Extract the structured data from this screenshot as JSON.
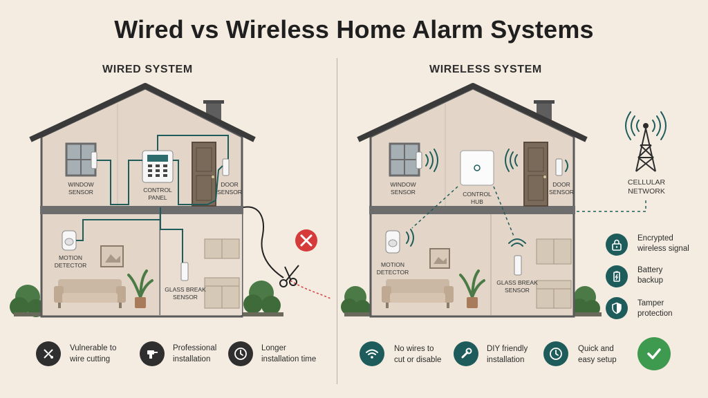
{
  "title": "Wired vs Wireless Home Alarm Systems",
  "wired": {
    "heading": "WIRED SYSTEM",
    "labels": {
      "window_sensor": [
        "WINDOW",
        "SENSOR"
      ],
      "control_panel": [
        "CONTROL",
        "PANEL"
      ],
      "door_sensor": [
        "DOOR",
        "SENSOR"
      ],
      "motion_detector": [
        "MOTION",
        "DETECTOR"
      ],
      "glass_break_sensor": [
        "GLASS BREAK",
        "SENSOR"
      ]
    },
    "drawbacks": [
      {
        "icon": "cut-wire-icon",
        "lines": [
          "Vulnerable to",
          "wire cutting"
        ]
      },
      {
        "icon": "drill-icon",
        "lines": [
          "Professional",
          "installation"
        ]
      },
      {
        "icon": "clock-icon",
        "lines": [
          "Longer",
          "installation time"
        ]
      }
    ]
  },
  "wireless": {
    "heading": "WIRELESS SYSTEM",
    "labels": {
      "window_sensor": [
        "WINDOW",
        "SENSOR"
      ],
      "control_hub": [
        "CONTROL",
        "HUB"
      ],
      "door_sensor": [
        "DOOR",
        "SENSOR"
      ],
      "motion_detector": [
        "MOTION",
        "DETECTOR"
      ],
      "glass_break_sensor": [
        "GLASS BREAK",
        "SENSOR"
      ],
      "cellular_network": [
        "CELLULAR",
        "NETWORK"
      ]
    },
    "features": [
      {
        "icon": "lock-icon",
        "lines": [
          "Encrypted",
          "wireless signal"
        ]
      },
      {
        "icon": "battery-icon",
        "lines": [
          "Battery",
          "backup"
        ]
      },
      {
        "icon": "shield-icon",
        "lines": [
          "Tamper",
          "protection"
        ]
      }
    ],
    "benefits": [
      {
        "icon": "wifi-icon",
        "lines": [
          "No wires to",
          "cut or disable"
        ]
      },
      {
        "icon": "wrench-icon",
        "lines": [
          "DIY friendly",
          "installation"
        ]
      },
      {
        "icon": "clock-icon",
        "lines": [
          "Quick and",
          "easy setup"
        ]
      }
    ]
  },
  "colors": {
    "background": "#f4ece1",
    "teal": "#1e5c5c",
    "dark_icon": "#2f2f2f",
    "alert_red": "#d63b3b",
    "check_green": "#3e9a4e",
    "wall": "#e3d6c8",
    "roof": "#3a3a3a"
  }
}
